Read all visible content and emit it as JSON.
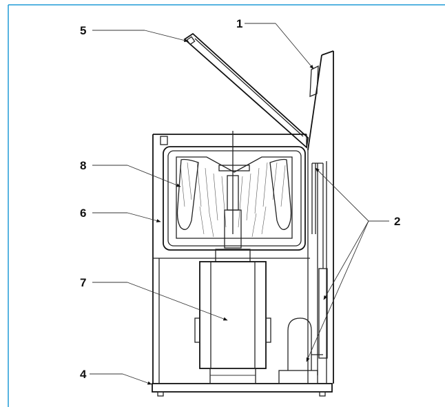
{
  "figure": {
    "frame_color": "#1f9ad6",
    "line_color": "#222222",
    "callouts": [
      {
        "id": "c1",
        "label": "1"
      },
      {
        "id": "c2",
        "label": "2"
      },
      {
        "id": "c4",
        "label": "4"
      },
      {
        "id": "c5",
        "label": "5"
      },
      {
        "id": "c6",
        "label": "6"
      },
      {
        "id": "c7",
        "label": "7"
      },
      {
        "id": "c8",
        "label": "8"
      }
    ]
  }
}
